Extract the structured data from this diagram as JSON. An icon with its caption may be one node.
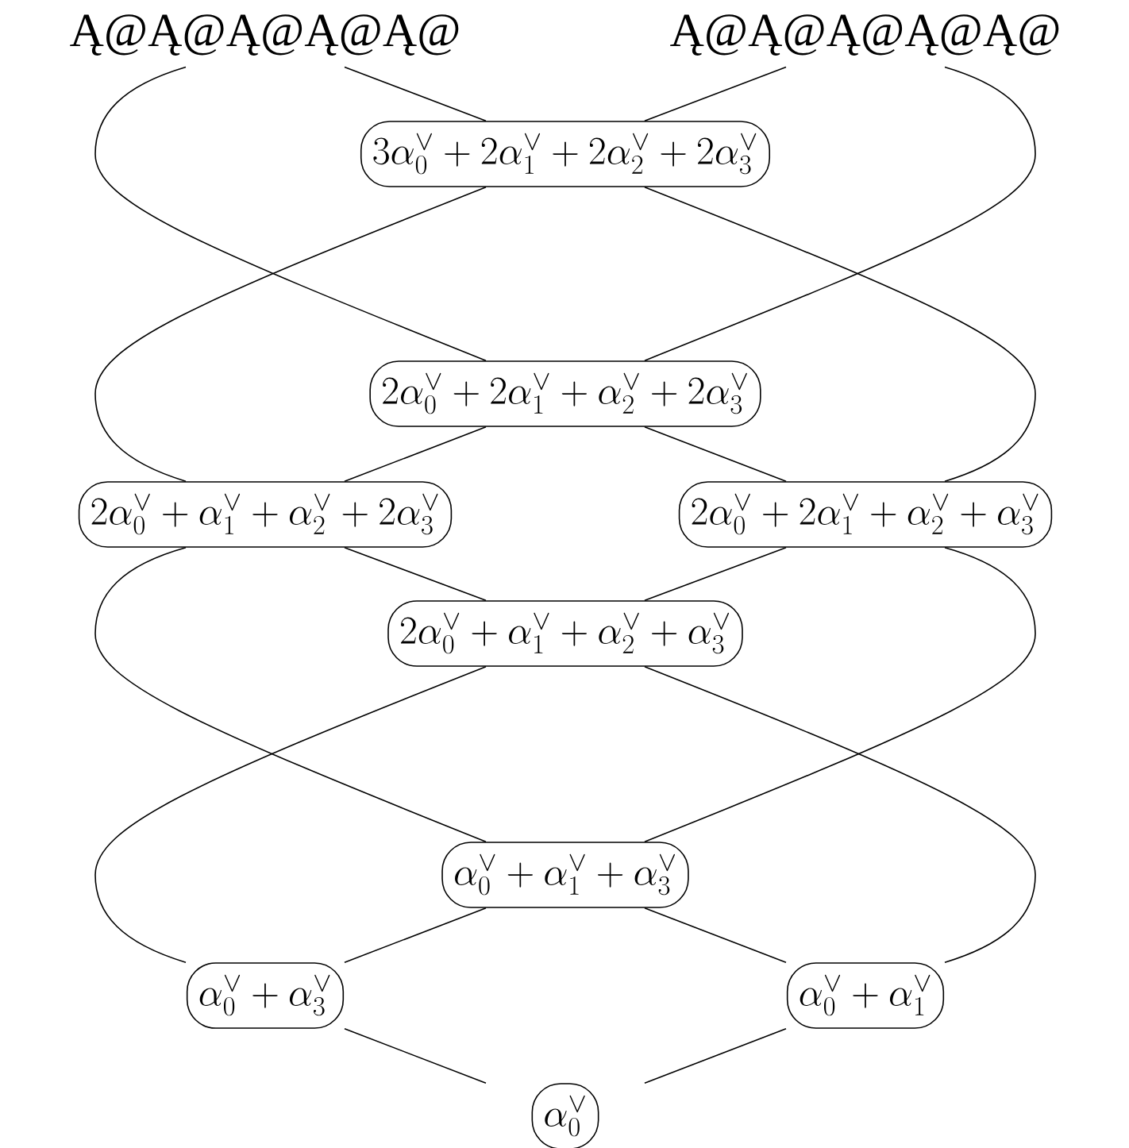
{
  "diagram": {
    "nodes": [
      {
        "text": [
          "Ą@Ą@Ą@Ą@Ą@"
        ]
      },
      {
        "text": [
          "Ą@Ą@Ą@Ą@Ą@"
        ]
      },
      {
        "text": [
          "3\\alpha_0^\\vee + 2\\alpha_1^\\vee + 2\\alpha_2^\\vee + 2\\alpha_3^\\vee"
        ]
      },
      {
        "text": [
          "2\\alpha_0^\\vee + 2\\alpha_1^\\vee + \\alpha_2^\\vee + 2\\alpha_3^\\vee"
        ]
      },
      {
        "text": [
          "2\\alpha_0^\\vee + \\alpha_1^\\vee + \\alpha_2^\\vee + 2\\alpha_3^\\vee"
        ]
      },
      {
        "text": [
          "2\\alpha_0^\\vee + 2\\alpha_1^\\vee + \\alpha_2^\\vee + \\alpha_3^\\vee"
        ]
      },
      {
        "text": [
          "2\\alpha_0^\\vee + \\alpha_1^\\vee + \\alpha_2^\\vee + \\alpha_3^\\vee"
        ]
      },
      {
        "text": [
          "\\alpha_0^\\vee + \\alpha_1^\\vee + \\alpha_3^\\vee"
        ]
      },
      {
        "text": [
          "\\alpha_0^\\vee + \\alpha_3^\\vee"
        ]
      },
      {
        "text": [
          "\\alpha_0^\\vee + \\alpha_1^\\vee"
        ]
      },
      {
        "text": [
          "\\alpha_0^\\vee"
        ]
      }
    ],
    "edges": [
      {
        "from": 0,
        "to": 3,
        "arrow": "none"
      },
      {
        "from": 0,
        "to": 2,
        "arrow": "none"
      },
      {
        "from": 1,
        "to": 2,
        "arrow": "none"
      },
      {
        "from": 1,
        "to": 3,
        "arrow": "none"
      },
      {
        "from": 2,
        "to": 4,
        "arrow": "none"
      },
      {
        "from": 2,
        "to": 5,
        "arrow": "none"
      },
      {
        "from": 3,
        "to": 4,
        "arrow": "none"
      },
      {
        "from": 3,
        "to": 5,
        "arrow": "none"
      },
      {
        "from": 4,
        "to": 7,
        "arrow": "none"
      },
      {
        "from": 4,
        "to": 6,
        "arrow": "none"
      },
      {
        "from": 5,
        "to": 6,
        "arrow": "none"
      },
      {
        "from": 5,
        "to": 7,
        "arrow": "none"
      },
      {
        "from": 6,
        "to": 8,
        "arrow": "none"
      },
      {
        "from": 6,
        "to": 9,
        "arrow": "none"
      },
      {
        "from": 7,
        "to": 8,
        "arrow": "none"
      },
      {
        "from": 7,
        "to": 9,
        "arrow": "none"
      },
      {
        "from": 8,
        "to": 10,
        "arrow": "none"
      },
      {
        "from": 9,
        "to": 10,
        "arrow": "none"
      }
    ]
  }
}
